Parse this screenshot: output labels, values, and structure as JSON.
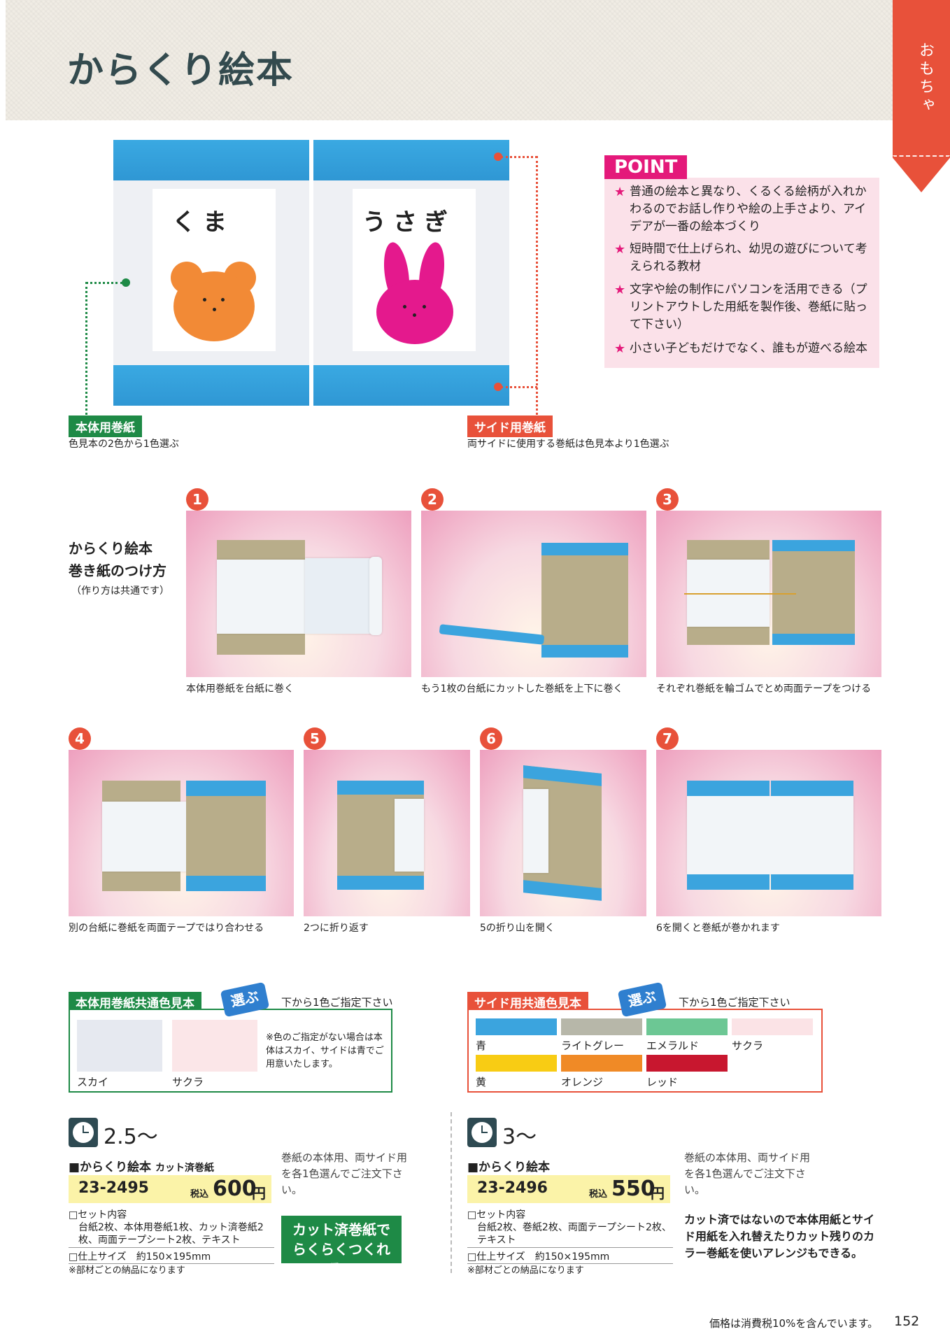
{
  "title": "からくり絵本",
  "side_tab": "おもちゃ",
  "hero": {
    "left_kana": "くま",
    "right_kana": "うさぎ"
  },
  "labels": {
    "body_wrap": "本体用巻紙",
    "body_wrap_caption": "色見本の2色から1色選ぶ",
    "side_wrap": "サイド用巻紙",
    "side_wrap_caption": "両サイドに使用する巻紙は色見本より1色選ぶ"
  },
  "point": {
    "tag": "POINT",
    "items": [
      "普通の絵本と異なり、くるくる絵柄が入れかわるのでお話し作りや絵の上手さより、アイデアが一番の絵本づくり",
      "短時間で仕上げられ、幼児の遊びについて考えられる教材",
      "文字や絵の制作にパソコンを活用できる（プリントアウトした用紙を製作後、巻紙に貼って下さい）",
      "小さい子どもだけでなく、誰もが遊べる絵本"
    ]
  },
  "steps_intro": {
    "title_line1": "からくり絵本",
    "title_line2": "巻き紙のつけ方",
    "subtitle": "（作り方は共通です）"
  },
  "steps": [
    {
      "num": "1",
      "caption": "本体用巻紙を台紙に巻く"
    },
    {
      "num": "2",
      "caption": "もう1枚の台紙にカットした巻紙を上下に巻く"
    },
    {
      "num": "3",
      "caption": "それぞれ巻紙を輪ゴムでとめ両面テープをつける"
    },
    {
      "num": "4",
      "caption": "別の台紙に巻紙を両面テープではり合わせる"
    },
    {
      "num": "5",
      "caption": "2つに折り返す"
    },
    {
      "num": "6",
      "caption": "5の折り山を開く"
    },
    {
      "num": "7",
      "caption": "6を開くと巻紙が巻かれます"
    }
  ],
  "body_samples": {
    "title": "本体用巻紙共通色見本",
    "erabu": "選ぶ",
    "instruction": "下から1色ご指定下さい",
    "note": "※色のご指定がない場合は本体はスカイ、サイドは青でご用意いたします。",
    "colors": [
      {
        "name": "スカイ",
        "hex": "#e6e9f0"
      },
      {
        "name": "サクラ",
        "hex": "#fbe6e8"
      }
    ]
  },
  "side_samples": {
    "title": "サイド用共通色見本",
    "erabu": "選ぶ",
    "instruction": "下から1色ご指定下さい",
    "colors": [
      {
        "name": "青",
        "hex": "#3ba4de"
      },
      {
        "name": "ライトグレー",
        "hex": "#b7b7a9"
      },
      {
        "name": "エメラルド",
        "hex": "#6cc794"
      },
      {
        "name": "サクラ",
        "hex": "#fbe3e6"
      },
      {
        "name": "黄",
        "hex": "#f8cc14"
      },
      {
        "name": "オレンジ",
        "hex": "#f08a26"
      },
      {
        "name": "レッド",
        "hex": "#c8172f"
      }
    ]
  },
  "products": [
    {
      "time": "2.5〜",
      "name": "■からくり絵本",
      "name_suffix": "カット済巻紙",
      "code": "23-2495",
      "tax": "税込",
      "price": "600",
      "yen": "円",
      "set_title": "□セット内容",
      "set_contents": "台紙2枚、本体用巻紙1枚、カット済巻紙2枚、両面テープシート2枚、テキスト",
      "size": "□仕上サイズ　約150×195mm",
      "delivery": "※部材ごとの納品になります",
      "note": "巻紙の本体用、両サイド用を各1色選んでご注文下さい。",
      "banner": "カット済巻紙でらくらくつくれる!!"
    },
    {
      "time": "3〜",
      "name": "■からくり絵本",
      "name_suffix": "",
      "code": "23-2496",
      "tax": "税込",
      "price": "550",
      "yen": "円",
      "set_title": "□セット内容",
      "set_contents": "台紙2枚、巻紙2枚、両面テープシート2枚、テキスト",
      "size": "□仕上サイズ　約150×195mm",
      "delivery": "※部材ごとの納品になります",
      "note": "巻紙の本体用、両サイド用を各1色選んでご注文下さい。",
      "note_bold": "カット済ではないので本体用紙とサイド用紙を入れ替えたりカット残りのカラー巻紙を使いアレンジもできる。"
    }
  ],
  "footer": {
    "tax_note": "価格は消費税10%を含んでいます。",
    "page": "152"
  }
}
